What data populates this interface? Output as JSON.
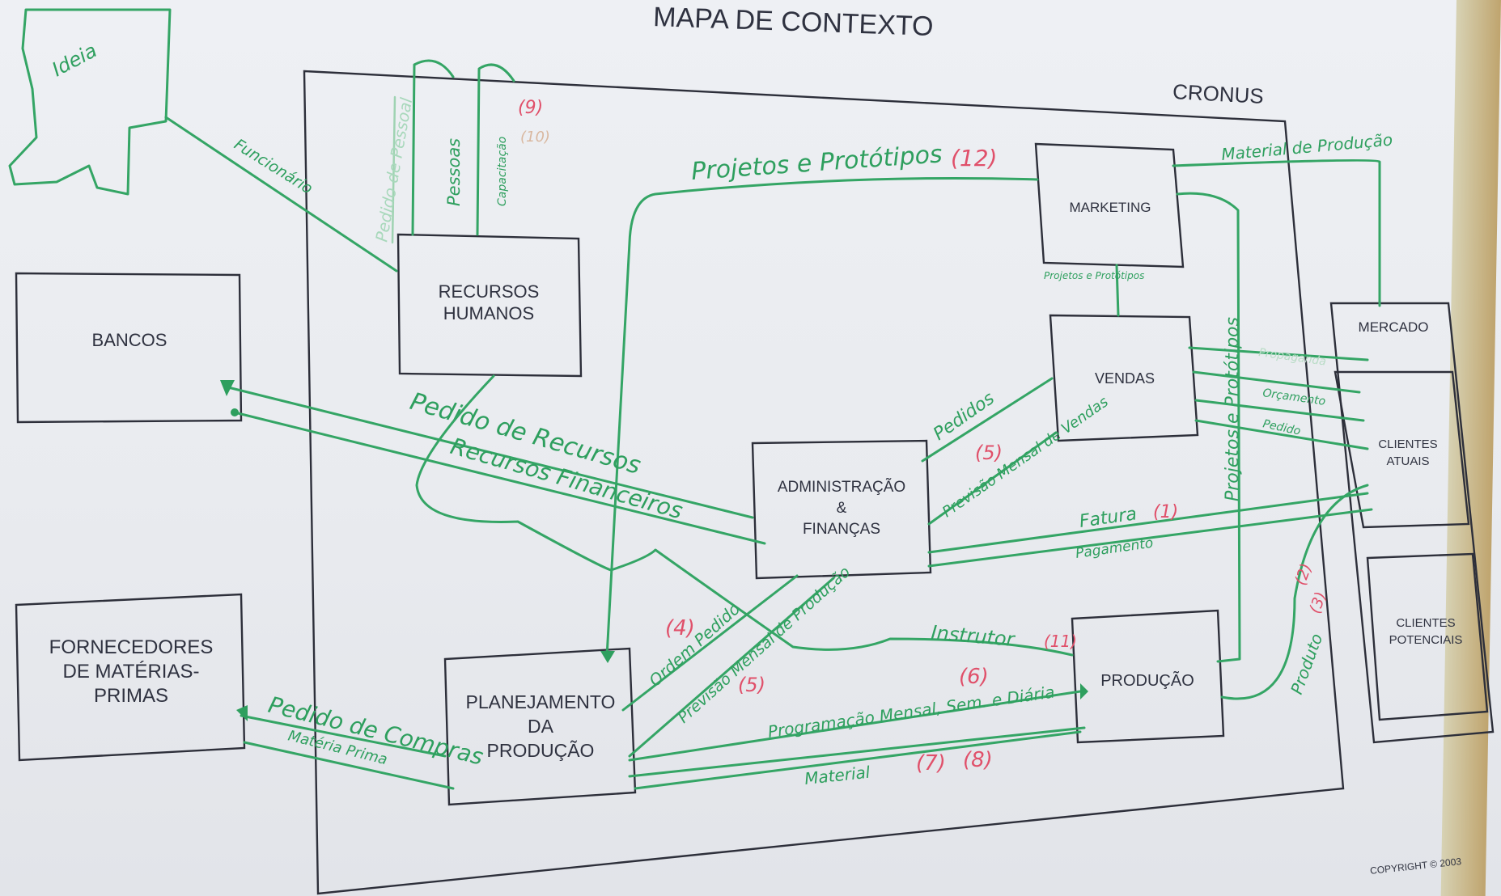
{
  "title": "MAPA DE CONTEXTO",
  "system_name": "CRONUS",
  "copyright": "COPYRIGHT © 2003",
  "idea_box_label": "Ideia",
  "entities": {
    "bancos": "BANCOS",
    "fornecedores": [
      "FORNECEDORES",
      "DE MATÉRIAS-",
      "PRIMAS"
    ],
    "recursos_humanos": [
      "RECURSOS",
      "HUMANOS"
    ],
    "marketing": "MARKETING",
    "vendas": "VENDAS",
    "administracao": [
      "ADMINISTRAÇÃO",
      "&",
      "FINANÇAS"
    ],
    "producao": "PRODUÇÃO",
    "planejamento": [
      "PLANEJAMENTO",
      "DA",
      "PRODUÇÃO"
    ],
    "mercado": "MERCADO",
    "clientes_atuais": [
      "CLIENTES",
      "ATUAIS"
    ],
    "clientes_potenciais": [
      "CLIENTES",
      "POTENCIAIS"
    ]
  },
  "flows": {
    "funcionario": "Funcionário",
    "pessoas": "Pessoas",
    "capacitacao": "Capacitação",
    "pedido_pessoal": "Pedido de Pessoal",
    "projetos_prototipos": "Projetos e Protótipos",
    "material_divulgacao": "Material de Produção",
    "projetos_prototipos_small": "Projetos e Protótipos",
    "pedido_recursos": "Pedido de Recursos",
    "recursos_financeiros": "Recursos Financeiros",
    "pedidos": "Pedidos",
    "previsao_vendas": "Previsão Mensal de Vendas",
    "fatura": "Fatura",
    "pagamento": "Pagamento",
    "ordem_pedido": "Ordem Pedido",
    "previsao_producao": "Previsão Mensal de Produção",
    "instrutor": "Instrutor",
    "programacao": "Programação Mensal, Sem. e Diária",
    "material": "Material",
    "pedido_compras": "Pedido de Compras",
    "materia_prima": "Matéria Prima",
    "projetos_prototipos_vertical": "Projetos e Protótipos",
    "produto": "Produto",
    "orcamento": "Orçamento",
    "pedido": "Pedido",
    "propaganda": "Propaganda"
  },
  "numbers": {
    "n9": "(9)",
    "n10": "(10)",
    "n12": "(12)",
    "n5a": "(5)",
    "n1": "(1)",
    "n4": "(4)",
    "n5b": "(5)",
    "n6": "(6)",
    "n11": "(11)",
    "n7": "(7)",
    "n8": "(8)",
    "n2": "(2)",
    "n3": "(3)"
  },
  "colors": {
    "ink": "#2f3240",
    "marker_green": "#2e9f5e",
    "marker_red": "#e0506a"
  }
}
